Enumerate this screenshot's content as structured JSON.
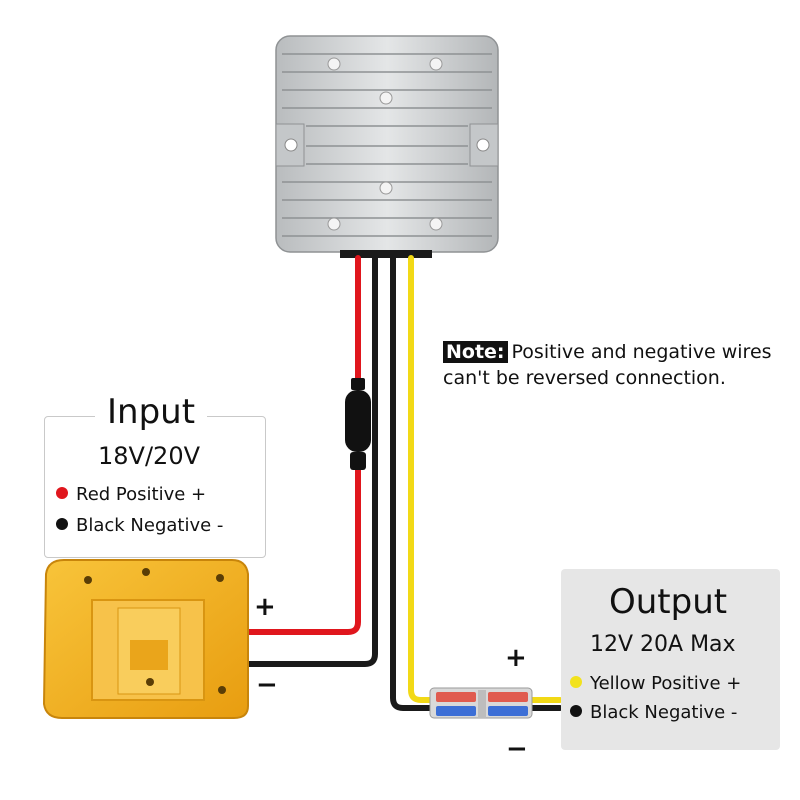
{
  "note": {
    "label": "Note:",
    "text": "Positive and negative wires can't be reversed connection."
  },
  "input": {
    "title": "Input",
    "spec": "18V/20V",
    "legend": [
      {
        "label": "Red Positive +",
        "color": "#e0161d"
      },
      {
        "label": "Black Negative -",
        "color": "#111111"
      }
    ],
    "plus_sign": "+",
    "minus_sign": "−"
  },
  "output": {
    "title": "Output",
    "spec": "12V 20A Max",
    "legend": [
      {
        "label": "Yellow Positive +",
        "color": "#f2e21d"
      },
      {
        "label": "Black Negative -",
        "color": "#111111"
      }
    ],
    "plus_sign": "+",
    "minus_sign": "−"
  },
  "colors": {
    "red_wire": "#e0161d",
    "black_wire": "#1a1a1a",
    "yellow_wire": "#f2d916",
    "adapter": "#f4b41c",
    "converter": "#cfd2d4"
  }
}
